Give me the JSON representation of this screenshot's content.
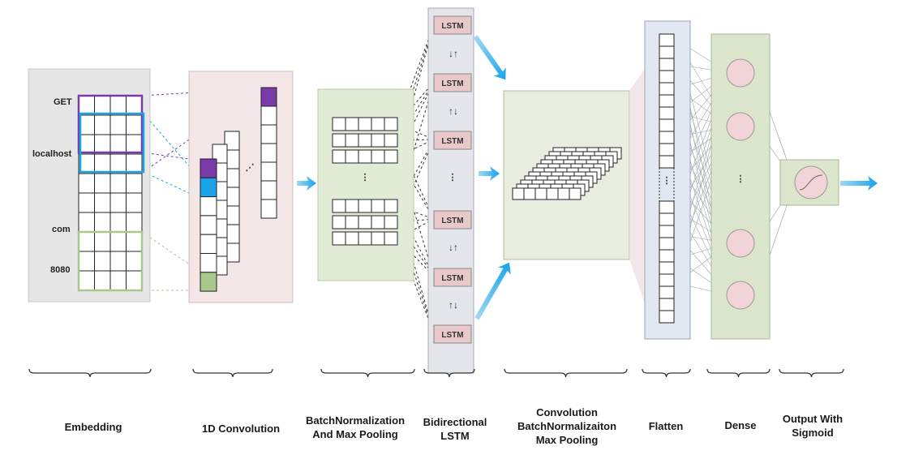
{
  "diagram": {
    "tokens": [
      "GET",
      "localhost",
      "com",
      "8080"
    ],
    "lstm_label": "LSTM",
    "arrow_pairs": [
      "↓↑",
      "↑↓",
      "↓↑",
      "↑↓"
    ],
    "ellipsis": "⋮",
    "stages": [
      "Embedding",
      "1D Convolution",
      "BatchNormalization\nAnd Max Pooling",
      "Bidirectional\nLSTM",
      "Convolution\nBatchNormalizaiton\nMax Pooling",
      "Flatten",
      "Dense",
      "Output With\nSigmoid"
    ],
    "colors": {
      "embedding_panel": "#e6e6e6",
      "conv_panel": "#f3e6e6",
      "bn_panel": "#e2ebd6",
      "lstm_panel": "#e4e6ec",
      "lstm_cell": "#e8c8c8",
      "conv2_panel": "#e8eedf",
      "flatten_panel": "#e2e8f2",
      "dense_panel": "#dce6cc",
      "neuron": "#f2d4d8",
      "purple": "#7a3aa8",
      "cyan": "#1aa3e8",
      "green": "#a8c88c",
      "arrow": "#1aa3e8"
    }
  }
}
